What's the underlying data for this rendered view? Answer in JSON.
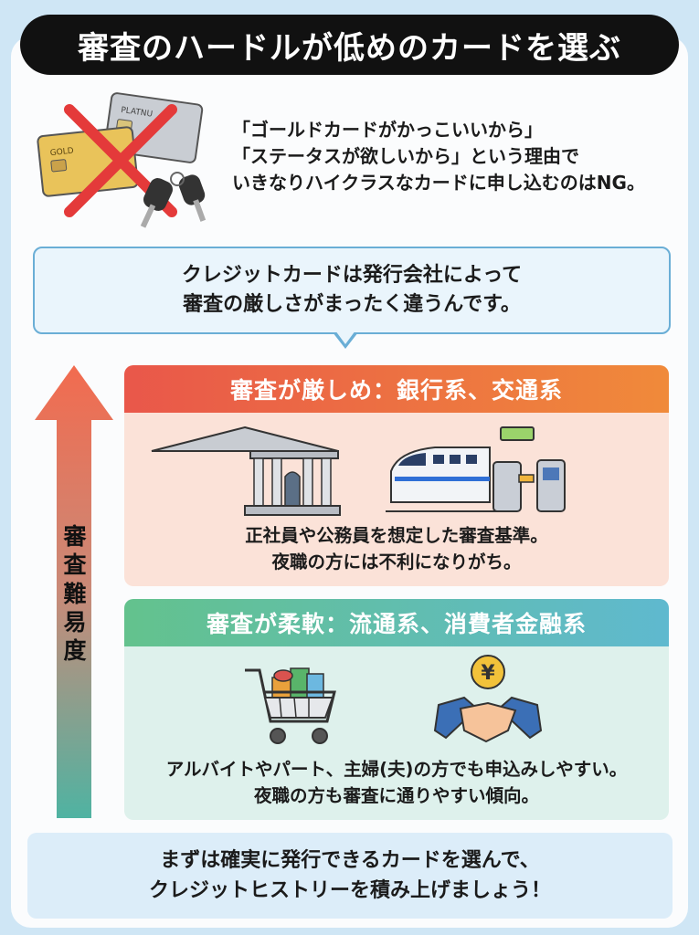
{
  "title": "審査のハードルが低めのカードを選ぶ",
  "intro": {
    "lines": [
      "「ゴールドカードがかっこいいから」",
      "「ステータスが欲しいから」という理由で",
      "いきなりハイクラスなカードに申し込むのはNG。"
    ],
    "card_labels": {
      "gold": "GOLD",
      "platinum": "PLATNU"
    }
  },
  "bubble": {
    "lines": [
      "クレジットカードは発行会社によって",
      "審査の厳しさがまったく違うんです。"
    ]
  },
  "axis": {
    "label_chars": [
      "審",
      "査",
      "難",
      "易",
      "度"
    ]
  },
  "tiers": [
    {
      "header": "審査が厳しめ：銀行系、交通系",
      "icons": [
        "bank-icon",
        "bullet-train-icon",
        "ticket-gate-icon"
      ],
      "desc": [
        "正社員や公務員を想定した審査基準。",
        "夜職の方には不利になりがち。"
      ]
    },
    {
      "header": "審査が柔軟：流通系、消費者金融系",
      "icons": [
        "shopping-cart-icon",
        "yen-handshake-icon"
      ],
      "desc": [
        "アルバイトやパート、主婦(夫)の方でも申込みしやすい。",
        "夜職の方も審査に通りやすい傾向。"
      ]
    }
  ],
  "footer": {
    "lines": [
      "まずは確実に発行できるカードを選んで、",
      "クレジットヒストリーを積み上げましょう！"
    ],
    "yen_symbol": "¥"
  },
  "colors": {
    "strict_gradient": [
      "#e9574a",
      "#f08a3a"
    ],
    "flex_gradient": [
      "#63c28d",
      "#5fb9cf"
    ],
    "arrow_gradient": [
      "#f26b4f",
      "#4fb3a2"
    ],
    "bubble_border": "#6aaed6"
  }
}
